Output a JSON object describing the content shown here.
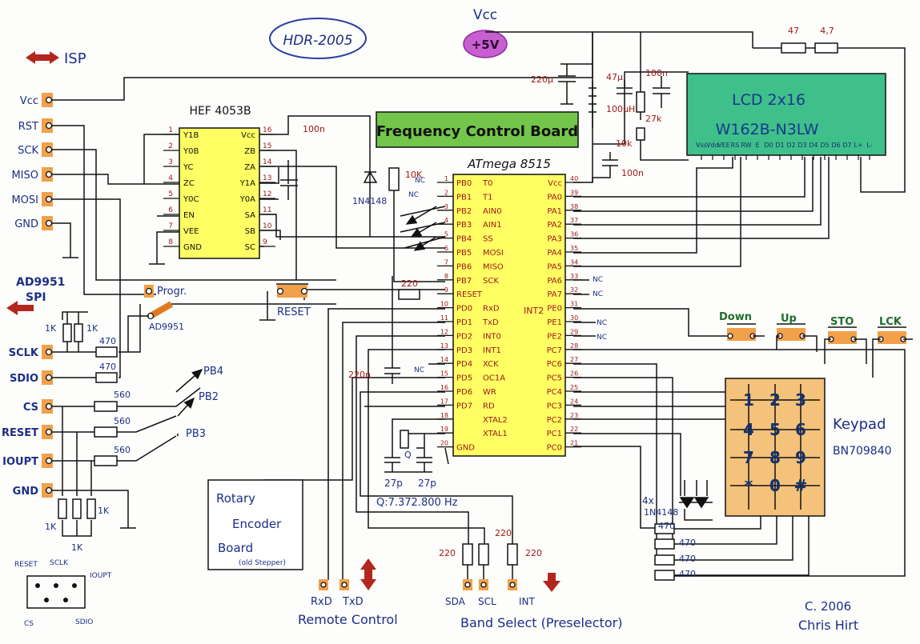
{
  "header": {
    "project": "HDR-2005",
    "vcc": "Vcc",
    "supply": "+5V"
  },
  "board_title": "Frequency Control Board",
  "isp": {
    "title": "ISP",
    "pins": [
      "Vcc",
      "RST",
      "SCK",
      "MISO",
      "MOSI",
      "GND"
    ]
  },
  "ad9951": {
    "title1": "AD9951",
    "title2": "SPI",
    "pins": [
      "SCLK",
      "SDIO",
      "CS",
      "RESET",
      "IOUPT",
      "GND"
    ]
  },
  "connector": {
    "labels": [
      "RESET",
      "SCLK",
      "IOUPT",
      "CS",
      "SDIO"
    ]
  },
  "mux": {
    "name": "HEF 4053B",
    "left": [
      "Y1B",
      "Y0B",
      "YC",
      "ZC",
      "Y0C",
      "EN",
      "VEE",
      "GND"
    ],
    "left_nums": [
      "1",
      "2",
      "3",
      "4",
      "5",
      "6",
      "7",
      "8"
    ],
    "right": [
      "Vcc",
      "ZB",
      "ZA",
      "Y1A",
      "Y0A",
      "SA",
      "SB",
      "SC"
    ],
    "right_nums": [
      "16",
      "15",
      "14",
      "13",
      "12",
      "11",
      "10",
      "9"
    ]
  },
  "mcu": {
    "name": "ATmega 8515",
    "left_port": [
      "PB0",
      "PB1",
      "PB2",
      "PB3",
      "PB4",
      "PB5",
      "PB6",
      "PB7",
      "RESET",
      "PD0",
      "PD1",
      "PD2",
      "PD3",
      "PD4",
      "PD5",
      "PD6",
      "PD7",
      "",
      "",
      "GND"
    ],
    "left_fn": [
      "T0",
      "T1",
      "AIN0",
      "AIN1",
      "SS",
      "MOSI",
      "MISO",
      "SCK",
      "",
      "RxD",
      "TxD",
      "INT0",
      "INT1",
      "XCK",
      "OC1A",
      "WR",
      "RD",
      "XTAL2",
      "XTAL1",
      ""
    ],
    "left_nums": [
      "1",
      "2",
      "3",
      "4",
      "5",
      "6",
      "7",
      "8",
      "9",
      "10",
      "11",
      "12",
      "13",
      "14",
      "15",
      "16",
      "17",
      "18",
      "19",
      "20"
    ],
    "right_port": [
      "Vcc",
      "PA0",
      "PA1",
      "PA2",
      "PA3",
      "PA4",
      "PA5",
      "PA6",
      "PA7",
      "PE0",
      "PE1",
      "PE2",
      "PC7",
      "PC6",
      "PC5",
      "PC4",
      "PC3",
      "PC2",
      "PC1",
      "PC0"
    ],
    "right_nums": [
      "40",
      "39",
      "38",
      "37",
      "36",
      "35",
      "34",
      "33",
      "32",
      "31",
      "30",
      "29",
      "28",
      "27",
      "26",
      "25",
      "24",
      "23",
      "22",
      "21"
    ],
    "int2": "INT2"
  },
  "lcd": {
    "title": "LCD 2x16",
    "model": "W162B-N3LW",
    "pins": [
      "Vss",
      "Vdd",
      "VEE",
      "RS",
      "RW",
      "E",
      "D0",
      "D1",
      "D2",
      "D3",
      "D4",
      "D5",
      "D6",
      "D7",
      "L+",
      "L-"
    ]
  },
  "parts": {
    "c220u": "220µ",
    "c47u": "47µ",
    "c100n_a": "100n",
    "c100n_b": "100n",
    "c100n_c": "100n",
    "l100": "100µH",
    "r27k": "27k",
    "r10k_lcd": "10k",
    "r47a": "47",
    "r47b": "4,7",
    "r10k": "10K",
    "diode": "1N4148",
    "c220n": "220n",
    "r220": "220",
    "c27a": "27p",
    "c27b": "27p",
    "xtal": "Q:7.372.800 Hz",
    "q": "Q",
    "r1k": "1K",
    "r470": "470",
    "r560": "560",
    "nc": "NC",
    "progr": "Progr.",
    "ad9951_sw": "AD9951",
    "reset_btn": "RESET",
    "diodes4": "4x",
    "diodes4_type": "1N4148",
    "pb4": "PB4",
    "pb2": "PB2",
    "pb3": "PB3"
  },
  "buttons": [
    "Down",
    "Up",
    "STO",
    "LCK"
  ],
  "keypad": {
    "title": "Keypad",
    "model": "BN709840",
    "keys": [
      "1",
      "2",
      "3",
      "4",
      "5",
      "6",
      "7",
      "8",
      "9",
      "*",
      "0",
      "#"
    ]
  },
  "encoder": {
    "line1": "Rotary",
    "line2": "Encoder",
    "line3": "Board",
    "line4": "(old Stepper)"
  },
  "remote": {
    "rxd": "RxD",
    "txd": "TxD",
    "label": "Remote Control"
  },
  "band": {
    "sda": "SDA",
    "scl": "SCL",
    "int": "INT",
    "label": "Band Select (Preselector)"
  },
  "signature": {
    "line1": "C. 2006",
    "line2": "Chris Hirt"
  }
}
